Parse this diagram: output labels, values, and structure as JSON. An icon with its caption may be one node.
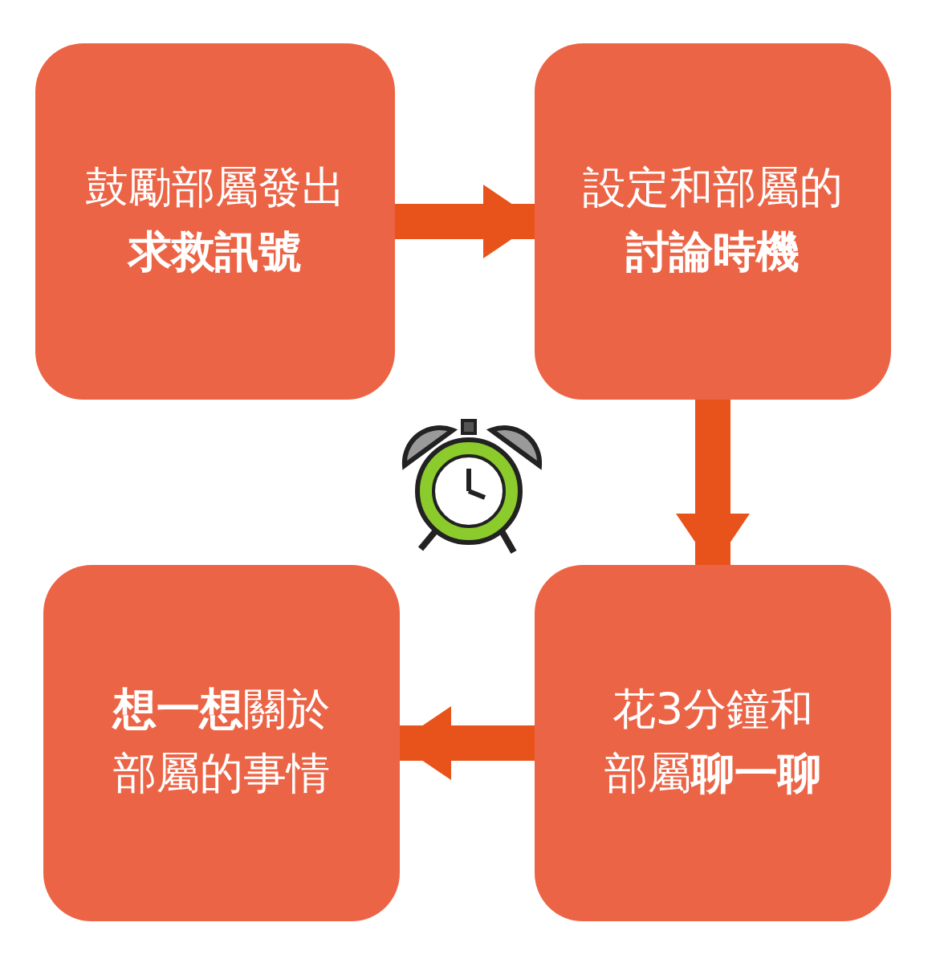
{
  "diagram": {
    "nodes": [
      {
        "text": [
          "鼓勵部屬發出**求救訊號**"
        ]
      },
      {
        "text": [
          "設定和部屬的**討論時機**"
        ]
      },
      {
        "text": [
          "花3分鐘和部屬**聊一聊**"
        ]
      },
      {
        "text": [
          "**想一想**關於部屬的事情"
        ]
      }
    ],
    "edges": [
      {
        "from": 0,
        "to": 1,
        "arrow": "to"
      },
      {
        "from": 1,
        "to": 2,
        "arrow": "to"
      },
      {
        "from": 2,
        "to": 3,
        "arrow": "to"
      }
    ]
  }
}
